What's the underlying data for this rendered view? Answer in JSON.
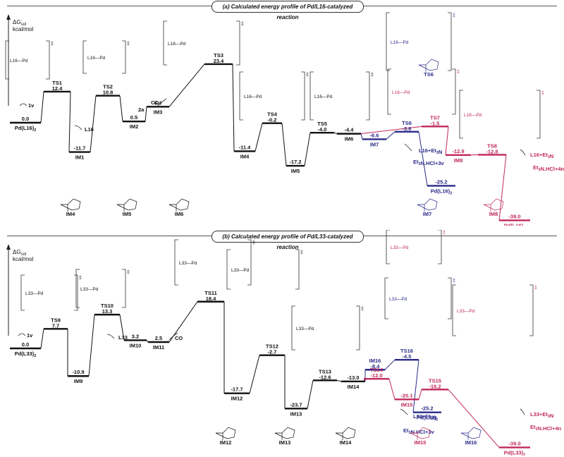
{
  "panels": [
    {
      "title": "(a) Calculated energy profile of Pd/L16-catalyzed reaction",
      "y_axis": {
        "symbol": "ΔG",
        "sub": "sol",
        "unit": "kcal/mol"
      },
      "levels": [
        {
          "label": "Pd(L16)2",
          "value": "0.0",
          "color": "#111111"
        },
        {
          "label": "TS1",
          "value": "12.4",
          "color": "#111111"
        },
        {
          "label": "IM1",
          "value": "-11.7",
          "color": "#111111"
        },
        {
          "label": "TS2",
          "value": "10.8",
          "color": "#111111"
        },
        {
          "label": "IM2",
          "value": "0.5",
          "color": "#111111"
        },
        {
          "label": "IM3",
          "value": "6.4",
          "color": "#111111"
        },
        {
          "label": "TS3",
          "value": "23.4",
          "color": "#111111"
        },
        {
          "label": "IM4",
          "value": "-11.4",
          "color": "#111111"
        },
        {
          "label": "TS4",
          "value": "-0.2",
          "color": "#111111"
        },
        {
          "label": "IM5",
          "value": "-17.2",
          "color": "#111111"
        },
        {
          "label": "TS5",
          "value": "-4.0",
          "color": "#111111"
        },
        {
          "label": "IM6",
          "value": "-4.4",
          "color": "#111111"
        },
        {
          "label": "IM7",
          "value": "-6.6",
          "color": "#2a2a8a"
        },
        {
          "label": "TS6",
          "value": "-3.6",
          "color": "#2a2a8a"
        },
        {
          "label": "TS7",
          "value": "-1.5",
          "color": "#c0285a"
        },
        {
          "label": "IM8",
          "value": "-12.9",
          "color": "#c0285a"
        },
        {
          "label": "TS8",
          "value": "-12.8",
          "color": "#c0285a"
        },
        {
          "label": "Pd(L16)2",
          "value": "-25.2",
          "color": "#2a2a8a"
        },
        {
          "label": "Pd(L16)2",
          "value": "-39.0",
          "color": "#c0285a"
        }
      ],
      "annotations": [
        "1v",
        "L16",
        "2a",
        "CO",
        "L16+Et3N",
        "Et3N.HCl+3v",
        "L16+Et3N",
        "Et3N.HCl+4n"
      ],
      "structures": [
        "IM4",
        "IM5",
        "IM6",
        "IM7",
        "IM8",
        "TS6"
      ],
      "ligand": "L16"
    },
    {
      "title": "(b) Calculated energy profile of Pd/L33-catalyzed reaction",
      "y_axis": {
        "symbol": "ΔG",
        "sub": "sol",
        "unit": "kcal/mol"
      },
      "levels": [
        {
          "label": "Pd(L33)2",
          "value": "0.0",
          "color": "#111111"
        },
        {
          "label": "TS9",
          "value": "7.7",
          "color": "#111111"
        },
        {
          "label": "IM9",
          "value": "-10.9",
          "color": "#111111"
        },
        {
          "label": "TS10",
          "value": "13.3",
          "color": "#111111"
        },
        {
          "label": "IM10",
          "value": "3.2",
          "color": "#111111"
        },
        {
          "label": "IM11",
          "value": "2.5",
          "color": "#111111"
        },
        {
          "label": "TS11",
          "value": "18.4",
          "color": "#111111"
        },
        {
          "label": "IM12",
          "value": "-17.7",
          "color": "#111111"
        },
        {
          "label": "TS12",
          "value": "-2.7",
          "color": "#111111"
        },
        {
          "label": "IM13",
          "value": "-23.7",
          "color": "#111111"
        },
        {
          "label": "TS13",
          "value": "-12.6",
          "color": "#111111"
        },
        {
          "label": "IM14",
          "value": "-13.0",
          "color": "#111111"
        },
        {
          "label": "IM16",
          "value": "-8.4",
          "color": "#2a2a8a"
        },
        {
          "label": "TS16",
          "value": "-4.5",
          "color": "#2a2a8a"
        },
        {
          "label": "TS14",
          "value": "-12.0",
          "color": "#c0285a"
        },
        {
          "label": "IM15",
          "value": "-20.1",
          "color": "#c0285a"
        },
        {
          "label": "TS15",
          "value": "-16.2",
          "color": "#c0285a"
        },
        {
          "label": "Pd(L33)2",
          "value": "-25.2",
          "color": "#2a2a8a"
        },
        {
          "label": "Pd(L33)2",
          "value": "-39.0",
          "color": "#c0285a"
        }
      ],
      "annotations": [
        "1v",
        "L33",
        "CO",
        "L33+Et3N",
        "Et3N.HCl+3v",
        "L33+Et3N",
        "Et3N.HCl+4n"
      ],
      "structures": [
        "IM12",
        "IM13",
        "IM14",
        "IM15",
        "IM16",
        "TS12",
        "TS14"
      ],
      "ligand": "L33"
    }
  ]
}
